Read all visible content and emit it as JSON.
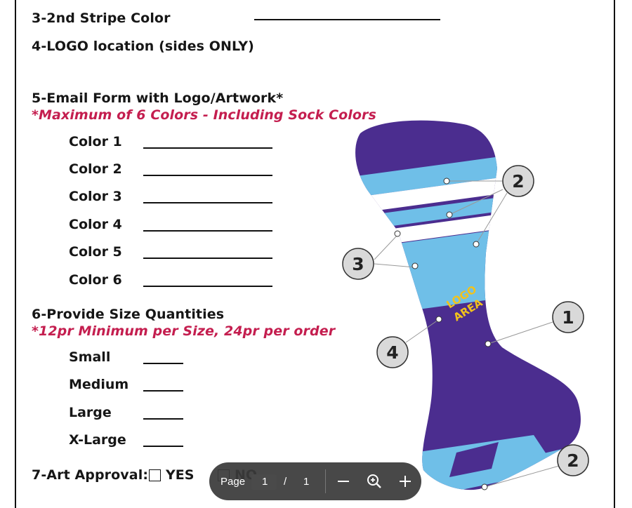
{
  "form": {
    "stripe2_label": "3-2nd Stripe Color",
    "logo_location_label": "4-LOGO location (sides ONLY)",
    "email_heading": "5-Email Form with Logo/Artwork*",
    "color_note": "*Maximum of 6 Colors - Including Sock Colors",
    "colors": [
      {
        "label": "Color 1"
      },
      {
        "label": "Color 2"
      },
      {
        "label": "Color 3"
      },
      {
        "label": "Color 4"
      },
      {
        "label": "Color 5"
      },
      {
        "label": "Color 6"
      }
    ],
    "size_heading": "6-Provide Size Quantities",
    "size_note": "*12pr Minimum per Size, 24pr per order",
    "sizes": [
      {
        "label": "Small"
      },
      {
        "label": "Medium"
      },
      {
        "label": "Large"
      },
      {
        "label": "X-Large"
      }
    ],
    "approval_label": "7-Art Approval:",
    "yes_label": "YES",
    "no_label": "NO"
  },
  "diagram": {
    "logo_text_1": "LOGO",
    "logo_text_2": "AREA",
    "callouts": [
      "2",
      "3",
      "1",
      "4",
      "2"
    ],
    "colors": {
      "sock": "#4b2d8f",
      "stripe": "#6fbfe8",
      "white": "#ffffff",
      "logo": "#f2c21b",
      "accent_red": "#c41e4f"
    }
  },
  "pager": {
    "page_label": "Page",
    "current_page": "1",
    "separator": "/",
    "total_pages": "1",
    "zoom_out_icon": "minus-icon",
    "zoom_icon": "zoom-icon",
    "zoom_in_icon": "plus-icon"
  }
}
